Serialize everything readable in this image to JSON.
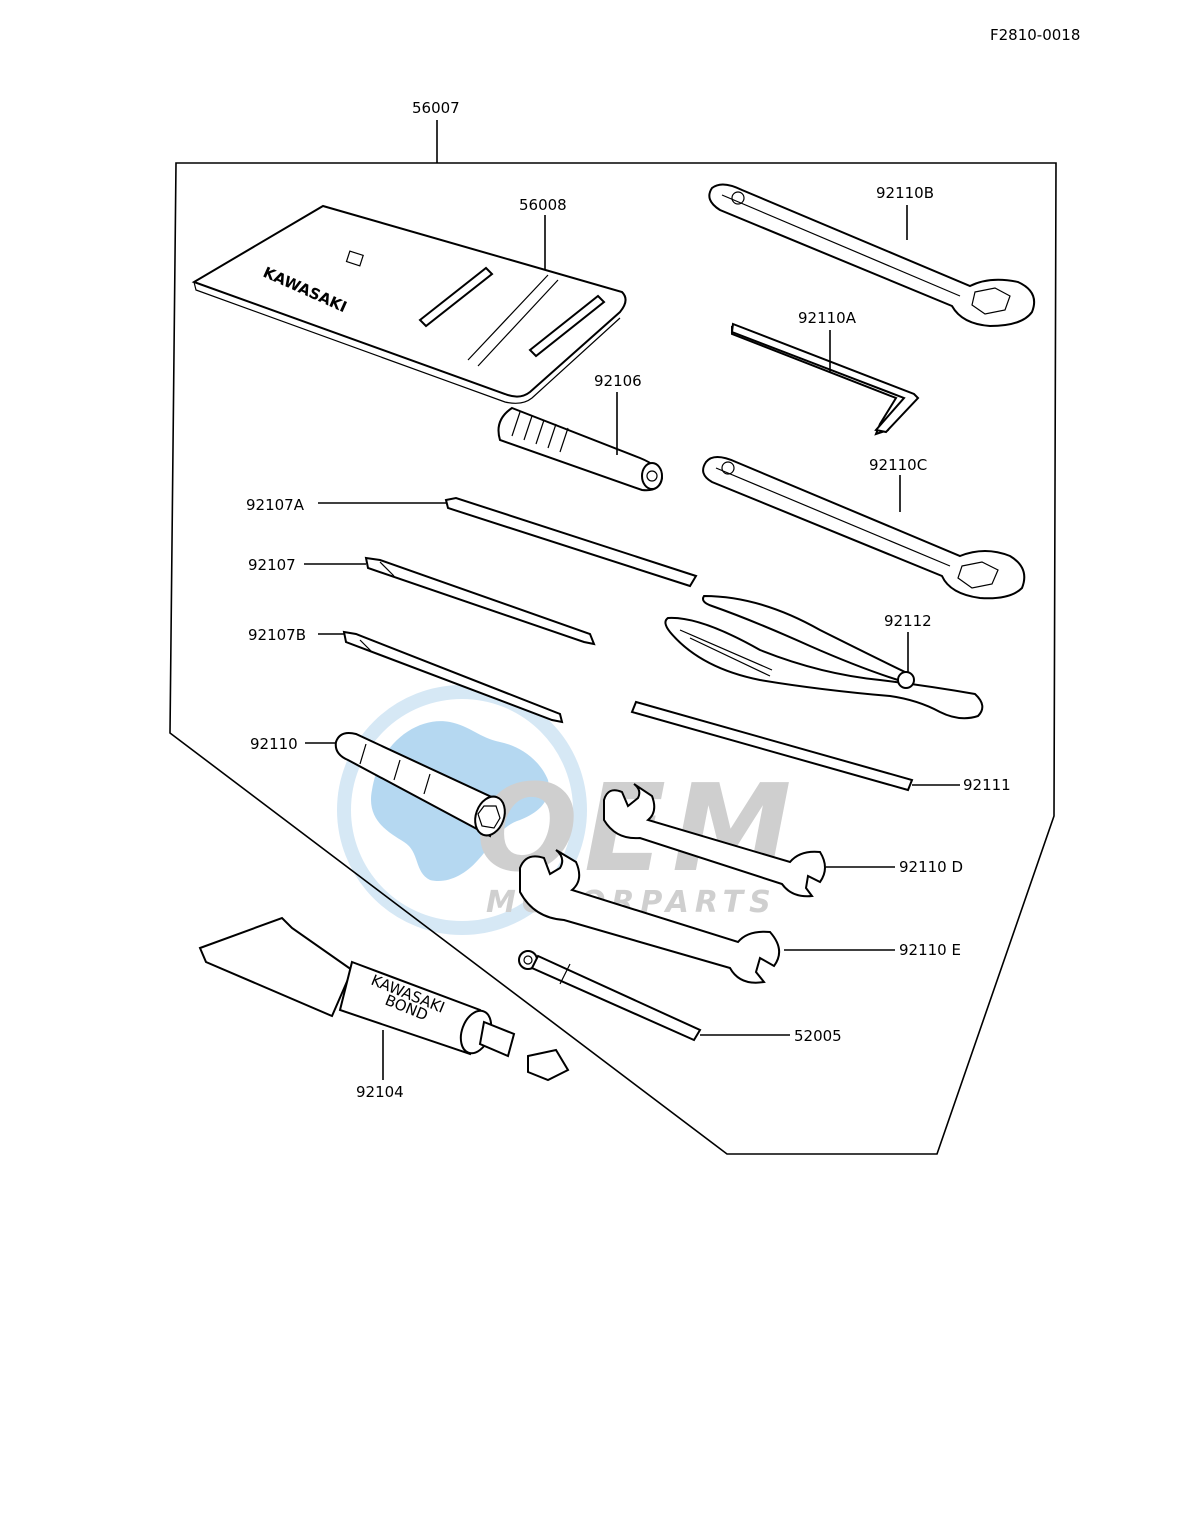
{
  "diagram_id": "F2810-0018",
  "parts": {
    "tool_kit": "56007",
    "tool_bag": "56008",
    "wrench_92110B": "92110B",
    "hex_key": "92110A",
    "handle": "92106",
    "wrench_92110C": "92110C",
    "driver_92107A": "92107A",
    "driver_92107": "92107",
    "driver_92107B": "92107B",
    "pliers": "92112",
    "socket_wrench": "92110",
    "rod": "92111",
    "open_wrench_D": "92110 D",
    "open_wrench_E": "92110 E",
    "spark_plug_tool": "52005",
    "bond_tube": "92104"
  },
  "imprints": {
    "bag_brand": "KAWASAKI",
    "tube_line1": "KAWASAKI",
    "tube_line2": "BOND"
  },
  "watermark": {
    "brand": "OEM",
    "sub": "MOTORPARTS",
    "colors": {
      "globe": "#a9d2ef",
      "text": "#c7c7c7",
      "ring": "#cfe4f4"
    }
  }
}
